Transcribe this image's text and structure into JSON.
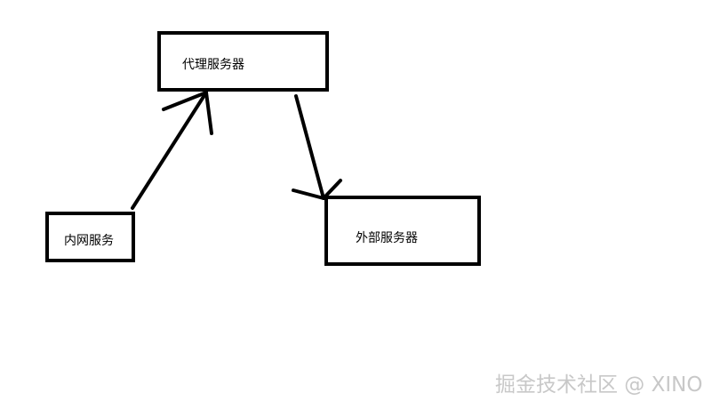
{
  "diagram": {
    "nodes": {
      "proxy": {
        "label": "代理服务器"
      },
      "internal": {
        "label": "内网服务"
      },
      "external": {
        "label": "外部服务器"
      }
    },
    "edges": [
      {
        "from": "internal",
        "to": "proxy"
      },
      {
        "from": "proxy",
        "to": "external"
      }
    ]
  },
  "watermark": {
    "text": "掘金技术社区 @ XINO"
  },
  "colors": {
    "stroke": "#000000",
    "background": "#ffffff",
    "watermark": "#c8c8c8"
  }
}
